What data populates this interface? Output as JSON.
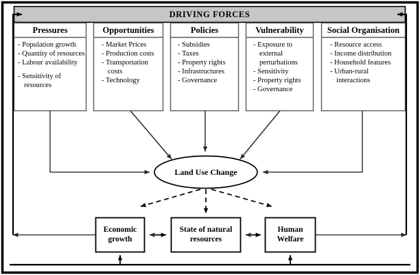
{
  "diagram": {
    "banner": {
      "title": "DRIVING FORCES",
      "fill": "#c6c6c6",
      "stroke": "#000000"
    },
    "colors": {
      "line": "#3a3a3a",
      "box_stroke": "#5a5a5a",
      "frame": "#000000",
      "text": "#000000",
      "background": "#ffffff"
    },
    "driver_columns": [
      {
        "id": "pressures",
        "heading": "Pressures",
        "items": [
          "- Population growth",
          "- Quantity of resources",
          "- Labour availability",
          "",
          "- Sensitivity of resources"
        ]
      },
      {
        "id": "opportunities",
        "heading": "Opportunities",
        "items": [
          "- Market Prices",
          "- Production costs",
          "- Transportation costs",
          "- Technology"
        ]
      },
      {
        "id": "policies",
        "heading": "Policies",
        "items": [
          "- Subsidies",
          "- Taxes",
          "- Property rights",
          "- Infrastructures",
          "- Governance"
        ]
      },
      {
        "id": "vulnerability",
        "heading": "Vulnerability",
        "items": [
          "- Exposure to external perturbations",
          "- Sensitivity",
          "- Property rights",
          "- Governance"
        ]
      },
      {
        "id": "social-organisation",
        "heading": "Social Organisation",
        "items": [
          "- Resource access",
          "- Income distribution",
          "- Household features",
          "- Urban-rural interactions"
        ]
      }
    ],
    "central_node": {
      "label": "Land Use Change",
      "shape": "ellipse"
    },
    "outcome_nodes": [
      {
        "id": "economic-growth",
        "label": "Economic growth",
        "line1": "Economic",
        "line2": "growth"
      },
      {
        "id": "state-of-natural-resources",
        "label": "State of natural resources",
        "line1": "State of natural",
        "line2": "resources"
      },
      {
        "id": "human-welfare",
        "label": "Human Welfare",
        "line1": "Human",
        "line2": "Welfare"
      }
    ],
    "connectors": [
      {
        "from": "pressures",
        "to": "central_node",
        "style": "solid",
        "arrow": "single"
      },
      {
        "from": "opportunities",
        "to": "central_node",
        "style": "solid",
        "arrow": "single"
      },
      {
        "from": "policies",
        "to": "central_node",
        "style": "solid",
        "arrow": "single"
      },
      {
        "from": "vulnerability",
        "to": "central_node",
        "style": "solid",
        "arrow": "single"
      },
      {
        "from": "social-organisation",
        "to": "central_node",
        "style": "solid",
        "arrow": "single"
      },
      {
        "from": "central_node",
        "to": "economic-growth",
        "style": "dashed",
        "arrow": "single"
      },
      {
        "from": "central_node",
        "to": "state-of-natural-resources",
        "style": "dashed",
        "arrow": "single"
      },
      {
        "from": "central_node",
        "to": "human-welfare",
        "style": "dashed",
        "arrow": "single"
      },
      {
        "from": "economic-growth",
        "to": "state-of-natural-resources",
        "style": "solid",
        "arrow": "double"
      },
      {
        "from": "state-of-natural-resources",
        "to": "human-welfare",
        "style": "solid",
        "arrow": "double"
      },
      {
        "from": "economic-growth",
        "to": "banner",
        "style": "solid",
        "arrow": "single",
        "path": "left-feedback-loop"
      },
      {
        "from": "human-welfare",
        "to": "banner",
        "style": "solid",
        "arrow": "single",
        "path": "right-feedback-loop"
      },
      {
        "from": "bottom-rail",
        "to": "economic-growth",
        "style": "solid",
        "arrow": "single"
      },
      {
        "from": "bottom-rail",
        "to": "human-welfare",
        "style": "solid",
        "arrow": "single"
      }
    ]
  }
}
